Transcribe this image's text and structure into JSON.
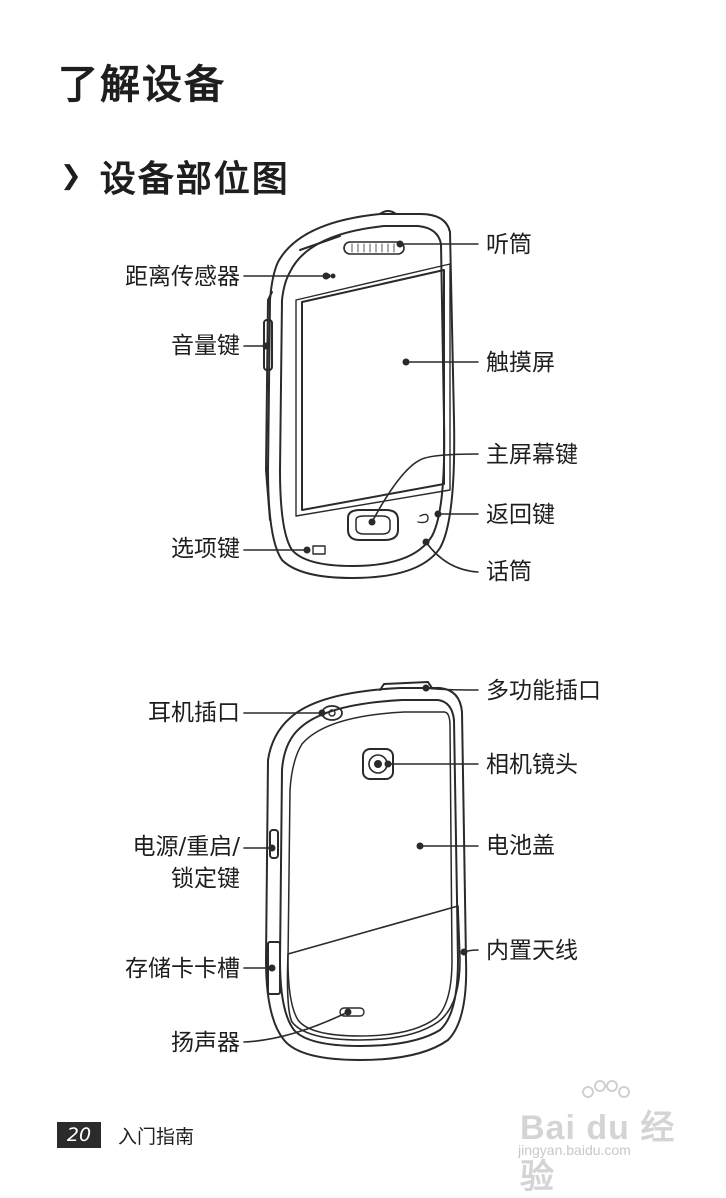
{
  "page": {
    "title": "了解设备",
    "section_title": "设备部位图"
  },
  "front_labels": {
    "earpiece": "听筒",
    "proximity_sensor": "距离传感器",
    "volume_key": "音量键",
    "touch_screen": "触摸屏",
    "home_key": "主屏幕键",
    "back_key": "返回键",
    "menu_key": "选项键",
    "microphone": "话筒"
  },
  "back_labels": {
    "headset_jack": "耳机插口",
    "multifunction_jack": "多功能插口",
    "camera_lens": "相机镜头",
    "power_key_line1": "电源/重启/",
    "power_key_line2": "锁定键",
    "battery_cover": "电池盖",
    "internal_antenna": "内置天线",
    "memory_card_slot": "存储卡卡槽",
    "speaker": "扬声器"
  },
  "footer": {
    "page_number": "20",
    "section_name": "入门指南"
  },
  "watermark": {
    "brand": "Bai du 经验",
    "url": "jingyan.baidu.com"
  }
}
